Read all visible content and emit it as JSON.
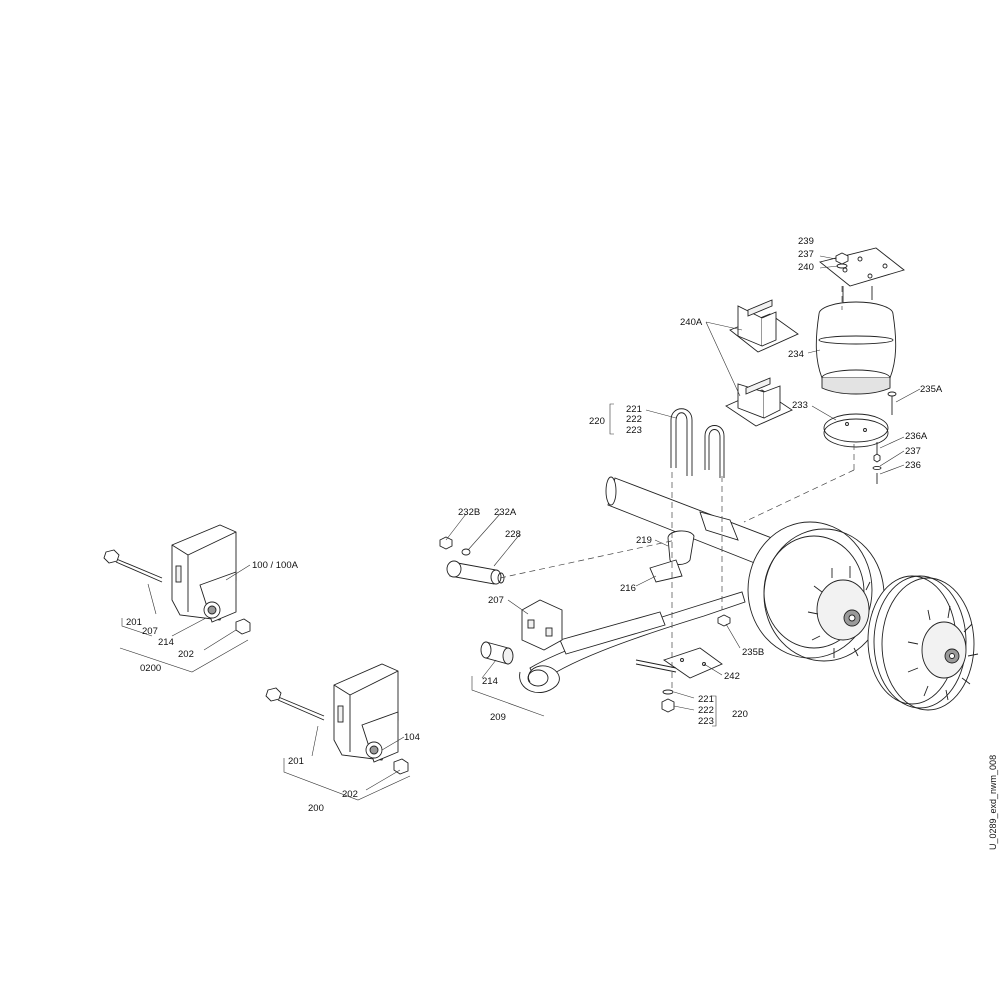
{
  "labels": {
    "l239": "239",
    "l237a": "237",
    "l240": "240",
    "l240A": "240A",
    "l234": "234",
    "l235A": "235A",
    "l233": "233",
    "l220a": "220",
    "l221a": "221",
    "l222a": "222",
    "l223a": "223",
    "l236A": "236A",
    "l237b": "237",
    "l236": "236",
    "l232B": "232B",
    "l232A": "232A",
    "l228": "228",
    "l219": "219",
    "l216": "216",
    "l207b": "207",
    "l235B": "235B",
    "l214b": "214",
    "l242": "242",
    "l209": "209",
    "l221b": "221",
    "l222b": "222",
    "l223b": "223",
    "l220b": "220",
    "l100": "100 / 100A",
    "l201a": "201",
    "l207a": "207",
    "l214a": "214",
    "l202a": "202",
    "l0200": "0200",
    "l104": "104",
    "l201b": "201",
    "l202b": "202",
    "l200": "200"
  },
  "drawing_ref": "U_0289_exd_nwm_008",
  "icons": [
    "hanger-bracket-icon",
    "axle-icon",
    "brake-drum-icon",
    "air-spring-icon",
    "leaf-spring-icon",
    "u-bolt-icon",
    "shock-absorber-icon"
  ]
}
